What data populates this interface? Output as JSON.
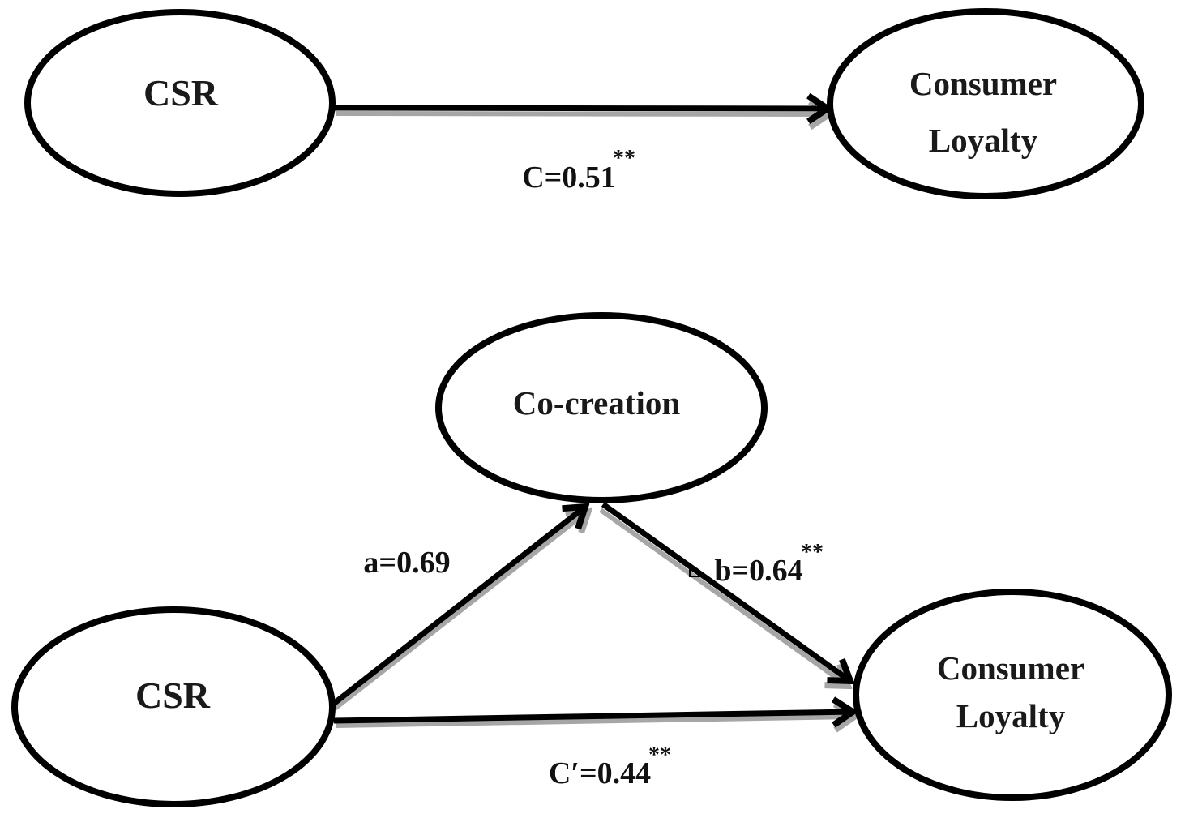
{
  "figure": {
    "background_color": "#ffffff",
    "node_fill_color": "#ffffff",
    "line_color": "#000000",
    "arrow_shadow_color": "#a6a6a6",
    "models": [
      {
        "name": "total-effect-model",
        "nodes": [
          {
            "id": "csr",
            "label": "CSR"
          },
          {
            "id": "consumer-loyalty",
            "label_line1": "Consumer",
            "label_line2": "Loyalty"
          }
        ],
        "paths": [
          {
            "id": "c",
            "from": "csr",
            "to": "consumer-loyalty",
            "coefficient": "C=0.51",
            "significance": "**"
          }
        ]
      },
      {
        "name": "mediation-model",
        "nodes": [
          {
            "id": "csr",
            "label": "CSR"
          },
          {
            "id": "co-creation",
            "label": "Co-creation"
          },
          {
            "id": "consumer-loyalty",
            "label_line1": "Consumer",
            "label_line2": "Loyalty"
          }
        ],
        "paths": [
          {
            "id": "a",
            "from": "csr",
            "to": "co-creation",
            "coefficient": "a=0.69",
            "significance": ""
          },
          {
            "id": "b",
            "from": "co-creation",
            "to": "consumer-loyalty",
            "coefficient": "b=0.64",
            "significance": "**"
          },
          {
            "id": "c-prime",
            "from": "csr",
            "to": "consumer-loyalty",
            "coefficient": "C′=0.44",
            "significance": "**"
          }
        ]
      }
    ]
  }
}
